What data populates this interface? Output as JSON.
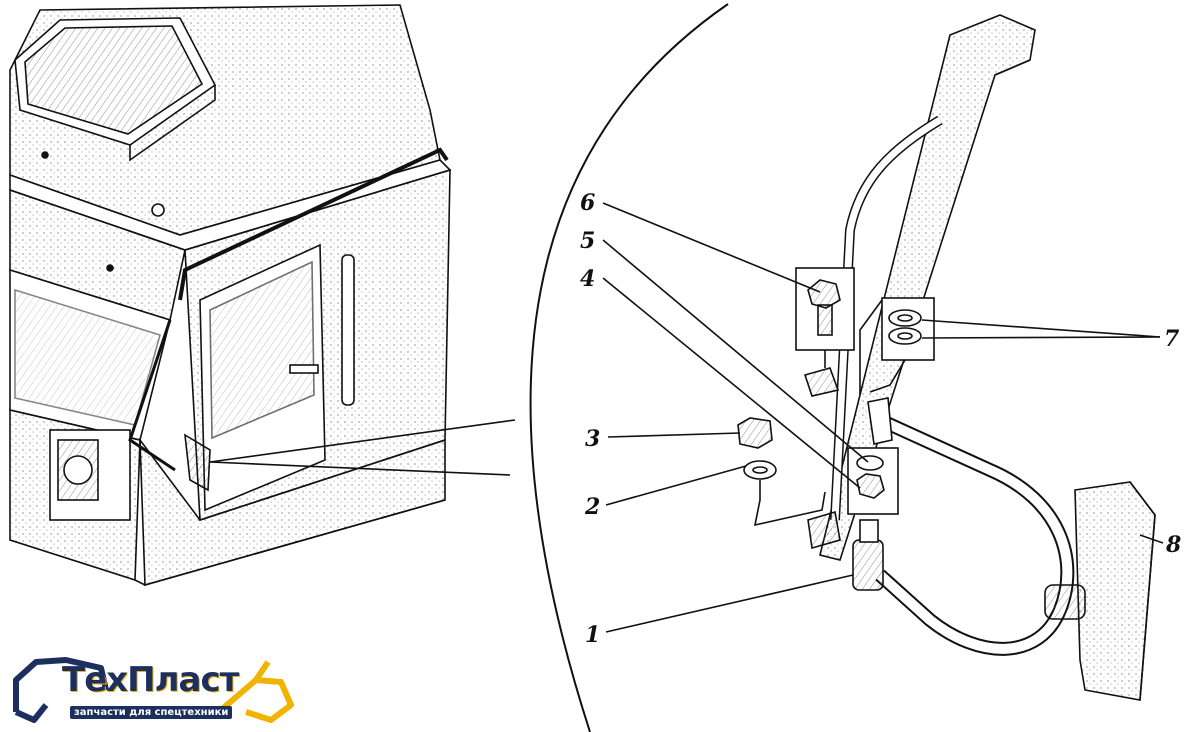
{
  "callouts": [
    {
      "id": "1",
      "label": "1"
    },
    {
      "id": "2",
      "label": "2"
    },
    {
      "id": "3",
      "label": "3"
    },
    {
      "id": "4",
      "label": "4"
    },
    {
      "id": "5",
      "label": "5"
    },
    {
      "id": "6",
      "label": "6"
    },
    {
      "id": "7",
      "label": "7"
    },
    {
      "id": "8",
      "label": "8"
    }
  ],
  "logo": {
    "name": "ТехПласт",
    "subtitle": "запчасти для спецтехники",
    "colors": {
      "primary": "#1d2f5e",
      "accent": "#f0b400"
    }
  },
  "colors": {
    "ink": "#111111",
    "paper": "#ffffff"
  }
}
